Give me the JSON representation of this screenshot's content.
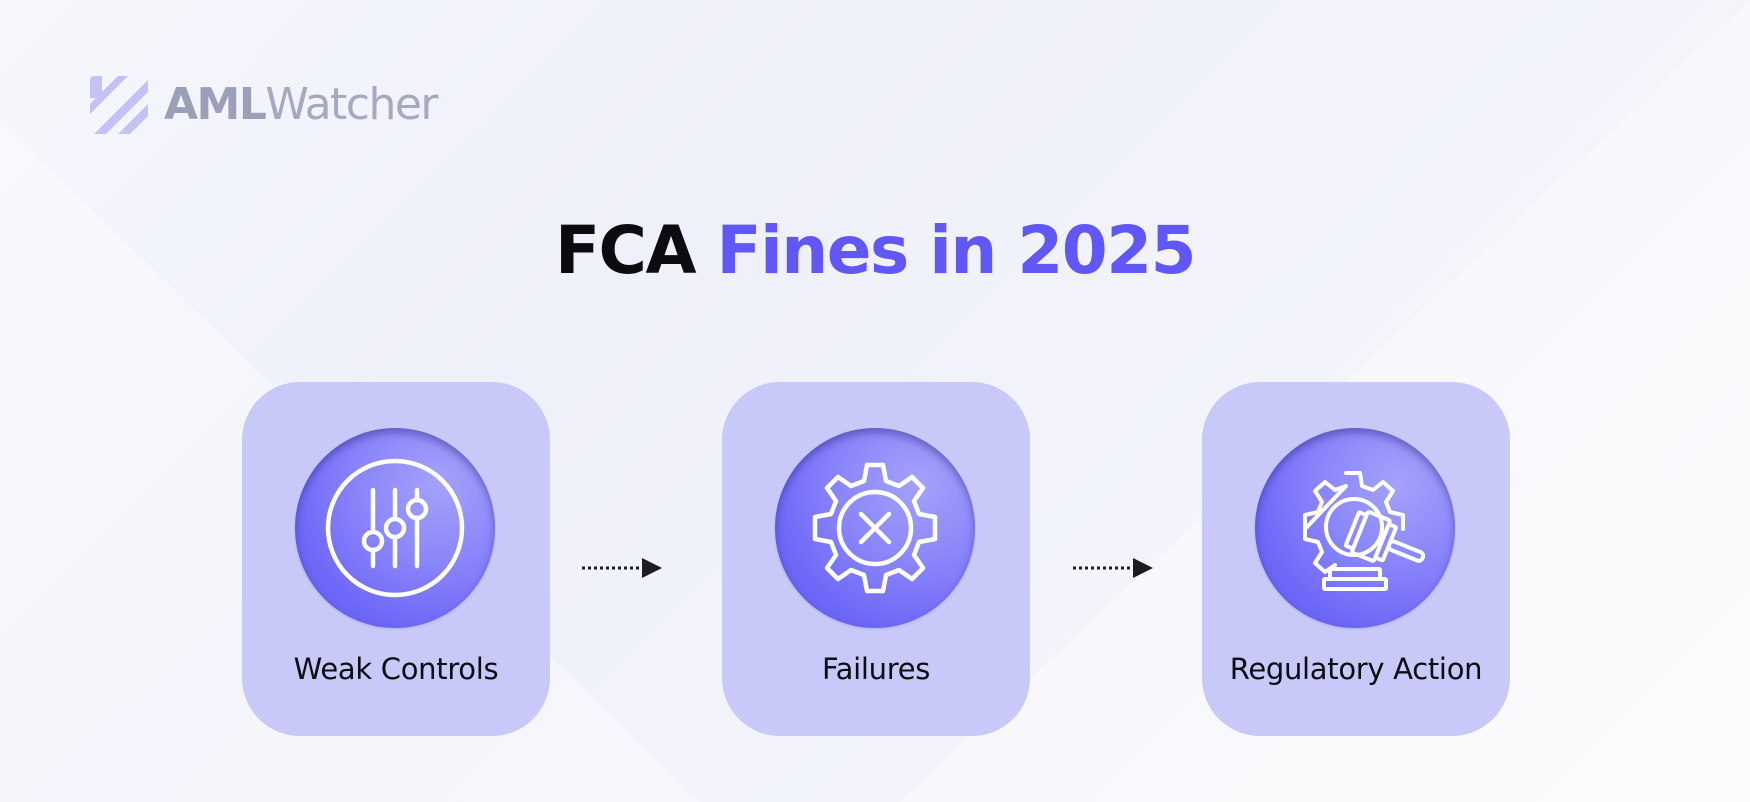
{
  "brand": {
    "name_bold": "AML",
    "name_light": "Watcher",
    "logo_icon": "diagonal-stripes-logo-icon"
  },
  "title": {
    "part1": "FCA",
    "part2": "Fines in 2025"
  },
  "colors": {
    "accent": "#6157f6",
    "card": "#c8c8f9",
    "icon_circle": "#6e68f8",
    "text": "#0b0b10",
    "logo": "#a6a9c0"
  },
  "steps": [
    {
      "label": "Weak Controls",
      "icon": "sliders-icon"
    },
    {
      "label": "Failures",
      "icon": "gear-x-icon"
    },
    {
      "label": "Regulatory Action",
      "icon": "gavel-gear-icon"
    }
  ]
}
